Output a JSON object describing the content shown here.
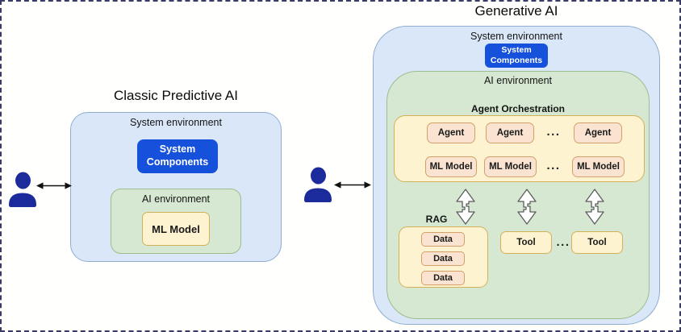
{
  "left_diagram": {
    "title": "Classic Predictive AI",
    "system_environment": "System environment",
    "system_components": "System Components",
    "ai_environment": "AI environment",
    "ml_model": "ML Model"
  },
  "right_diagram": {
    "title": "Generative AI",
    "system_environment": "System environment",
    "system_components": "System Components",
    "ai_environment": "AI environment",
    "agent_orchestration": "Agent Orchestration",
    "agents": [
      "Agent",
      "Agent",
      "Agent"
    ],
    "ml_models": [
      "ML Model",
      "ML Model",
      "ML Model"
    ],
    "rag": "RAG",
    "data_items": [
      "Data",
      "Data",
      "Data"
    ],
    "tools": [
      "Tool",
      "Tool"
    ],
    "ellipsis": "..."
  },
  "icons": {
    "user": "user-icon",
    "horizontal_arrow": "bidirectional-arrow-icon",
    "vertical_arrow": "vertical-double-arrow-icon"
  },
  "colors": {
    "system_env_fill": "#d9e7f8",
    "system_env_border": "#90add0",
    "ai_env_fill": "#d6e8d1",
    "ai_env_border": "#9dbd8d",
    "yellow_fill": "#fdf3d0",
    "yellow_border": "#d2b05a",
    "peach_fill": "#fae4d1",
    "peach_border": "#d3a067",
    "system_components_blue": "#1551da",
    "person_navy": "#1c2b9b",
    "outer_dashed_border": "#3a3a66"
  }
}
